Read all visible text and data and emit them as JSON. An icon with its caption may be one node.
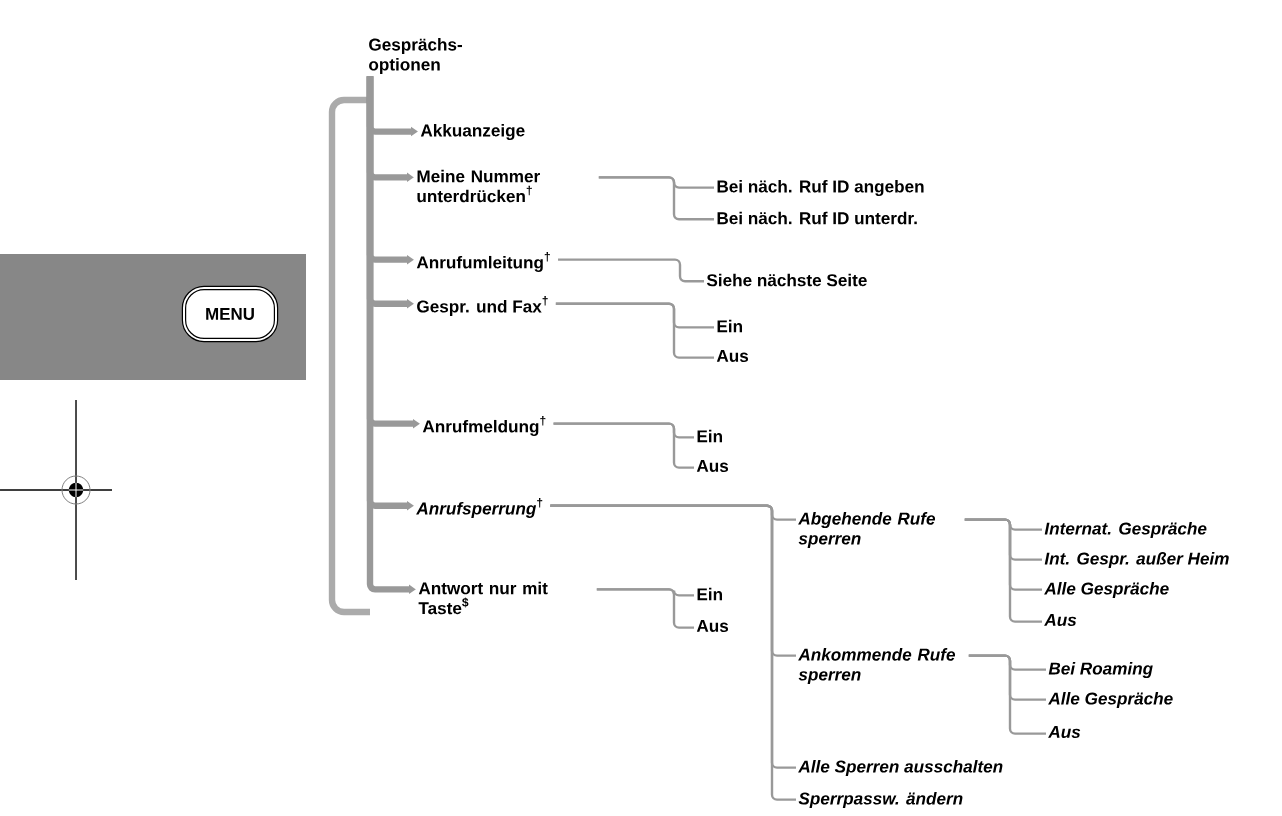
{
  "diagram": {
    "nodes": [
      {
        "text": [
          "Gesprächs-optionen"
        ]
      },
      {
        "text": [
          "Akkuanzeige"
        ]
      },
      {
        "text": [
          "Meine Nummer unterdrücken$^{†}$"
        ]
      },
      {
        "text": [
          "Bei näch. Ruf ID angeben"
        ]
      },
      {
        "text": [
          "Bei näch. Ruf ID unterdr."
        ]
      },
      {
        "text": [
          "Anrufumleitung$^{†}$"
        ]
      },
      {
        "text": [
          "Siehe nächste Seite"
        ]
      },
      {
        "text": [
          "Gespr. und Fax$^{†}$"
        ]
      },
      {
        "text": [
          "Ein"
        ]
      },
      {
        "text": [
          "Aus"
        ]
      },
      {
        "text": [
          "Anrufmeldung$^{†}$"
        ]
      },
      {
        "text": [
          "Ein"
        ]
      },
      {
        "text": [
          "Aus"
        ]
      },
      {
        "text": [
          "*Anrufsperrung*$^{†}$"
        ]
      },
      {
        "text": [
          "Abgehende Rufe sperren"
        ]
      },
      {
        "text": [
          "Internat. Gespräche"
        ]
      },
      {
        "text": [
          "Int. Gespr. außer Heim"
        ]
      },
      {
        "text": [
          "Alle Gespräche"
        ]
      },
      {
        "text": [
          "Aus"
        ]
      },
      {
        "text": [
          "Ankommende Rufe sperren"
        ]
      },
      {
        "text": [
          "Bei Roaming"
        ]
      },
      {
        "text": [
          "Alle Gespräche"
        ]
      },
      {
        "text": [
          "Aus"
        ]
      },
      {
        "text": [
          "Alle Sperren ausschalten"
        ]
      },
      {
        "text": [
          "Sperrpassw. ändern"
        ]
      },
      {
        "text": [
          "Antwort nur mit Taste$^{$}$"
        ]
      },
      {
        "text": [
          "Ein"
        ]
      },
      {
        "text": [
          "Aus"
        ]
      },
      {
        "text": [
          "MENU"
        ]
      }
    ],
    "edges": [
      {
        "from": 0,
        "to": 1,
        "arrow": "to",
        "style": "thick"
      },
      {
        "from": 0,
        "to": 2,
        "arrow": "to",
        "style": "thick"
      },
      {
        "from": 0,
        "to": 5,
        "arrow": "to",
        "style": "thick"
      },
      {
        "from": 0,
        "to": 7,
        "arrow": "to",
        "style": "thick"
      },
      {
        "from": 0,
        "to": 10,
        "arrow": "to",
        "style": "thick"
      },
      {
        "from": 0,
        "to": 13,
        "arrow": "to",
        "style": "thick"
      },
      {
        "from": 0,
        "to": 25,
        "arrow": "to",
        "style": "thick"
      },
      {
        "from": 2,
        "to": 3,
        "arrow": "none"
      },
      {
        "from": 2,
        "to": 4,
        "arrow": "none"
      },
      {
        "from": 5,
        "to": 6,
        "arrow": "none"
      },
      {
        "from": 7,
        "to": 8,
        "arrow": "none"
      },
      {
        "from": 7,
        "to": 9,
        "arrow": "none"
      },
      {
        "from": 10,
        "to": 11,
        "arrow": "none"
      },
      {
        "from": 10,
        "to": 12,
        "arrow": "none"
      },
      {
        "from": 13,
        "to": 14,
        "arrow": "none"
      },
      {
        "from": 13,
        "to": 19,
        "arrow": "none"
      },
      {
        "from": 13,
        "to": 23,
        "arrow": "none"
      },
      {
        "from": 13,
        "to": 24,
        "arrow": "none"
      },
      {
        "from": 14,
        "to": 15,
        "arrow": "none"
      },
      {
        "from": 14,
        "to": 16,
        "arrow": "none"
      },
      {
        "from": 14,
        "to": 17,
        "arrow": "none"
      },
      {
        "from": 14,
        "to": 18,
        "arrow": "none"
      },
      {
        "from": 19,
        "to": 20,
        "arrow": "none"
      },
      {
        "from": 19,
        "to": 21,
        "arrow": "none"
      },
      {
        "from": 19,
        "to": 22,
        "arrow": "none"
      },
      {
        "from": 25,
        "to": 26,
        "arrow": "none"
      },
      {
        "from": 25,
        "to": 27,
        "arrow": "none"
      }
    ]
  }
}
